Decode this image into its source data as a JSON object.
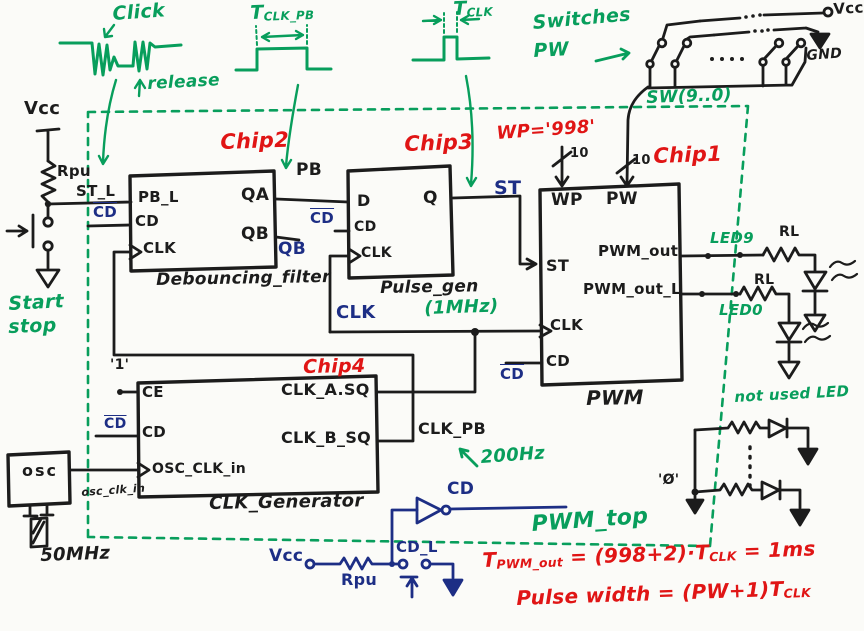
{
  "colors": {
    "ink": "#1c1c1c",
    "green": "#089e5c",
    "red": "#e01515",
    "blue": "#1d2e85",
    "background": "#fbfbf8"
  },
  "annotations": {
    "click": "Click",
    "release": "release",
    "t_clk_pb": {
      "main": "T",
      "sub": "CLK_PB"
    },
    "t_clk": {
      "main": "T",
      "sub": "CLK"
    },
    "switches": "Switches",
    "switches_pw": "PW",
    "sw_bus": "SW(9..0)",
    "start": "Start",
    "stop": "stop",
    "clk_freq": "(1MHz)",
    "clk_pb_freq": "200Hz",
    "boundary": "PWM_top",
    "not_used": "not used LED",
    "wp_const": "WP='998'",
    "formula_period": {
      "p1": "T",
      "s1": "PWM_out",
      "p2": " = (998+2)·T",
      "s2": "CLK",
      "p3": " = 1ms"
    },
    "formula_width": {
      "p1": "Pulse width = (PW+1)T",
      "s1": "CLK"
    }
  },
  "chips": {
    "chip2": {
      "tag": "Chip2",
      "title": "Debouncing_filter",
      "pins": {
        "pb_l": "PB_L",
        "cd": "CD",
        "clk": "CLK",
        "qa": "QA",
        "qb": "QB"
      }
    },
    "chip3": {
      "tag": "Chip3",
      "title": "Pulse_gen",
      "pins": {
        "d": "D",
        "cd": "CD",
        "clk": "CLK",
        "q": "Q"
      }
    },
    "chip1": {
      "tag": "Chip1",
      "title": "PWM",
      "bus_width": "10",
      "pins": {
        "wp": "WP",
        "pw": "PW",
        "st": "ST",
        "pwm_out": "PWM_out",
        "pwm_out_l": "PWM_out_L",
        "clk": "CLK",
        "cd": "CD"
      }
    },
    "chip4": {
      "tag": "Chip4",
      "title": "CLK_Generator",
      "const_one": "'1'",
      "pins": {
        "ce": "CE",
        "cd": "CD",
        "osc_clk_in": "OSC_CLK_in",
        "clk_a": "CLK_A.SQ",
        "clk_b": "CLK_B_SQ"
      }
    }
  },
  "osc": {
    "label": "osc",
    "freq": "50MHz",
    "net": "osc_clk_in"
  },
  "nets": {
    "st_l": "ST_L",
    "pb": "PB",
    "qb": "QB",
    "st": "ST",
    "cd": "CD",
    "cd_l": "CD_L",
    "clk": "CLK",
    "clk_pb": "CLK_PB",
    "zero": "'Ø'"
  },
  "power": {
    "vcc": "Vcc",
    "gnd": "GND",
    "rpu": "Rpu",
    "rl": "RL"
  },
  "leds": {
    "led9": "LED9",
    "led0": "LED0"
  }
}
